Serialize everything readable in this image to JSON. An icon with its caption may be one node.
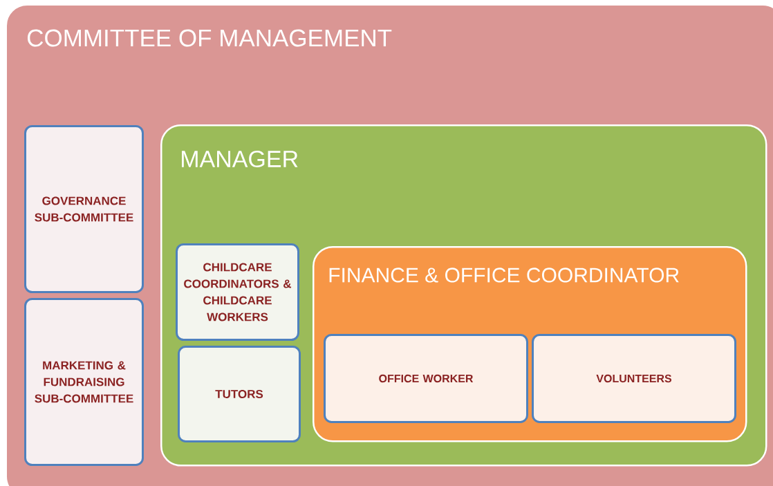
{
  "diagram": {
    "nodes": [
      {
        "text": [
          "COMMITTEE OF MANAGEMENT"
        ]
      },
      {
        "text": [
          "GOVERNANCE SUB-COMMITTEE"
        ],
        "in": 0
      },
      {
        "text": [
          "MARKETING & FUNDRAISING SUB-COMMITTEE"
        ],
        "in": 0
      },
      {
        "text": [
          "MANAGER"
        ],
        "in": 0
      },
      {
        "text": [
          "CHILDCARE COORDINATORS & CHILDCARE WORKERS"
        ],
        "in": 3
      },
      {
        "text": [
          "TUTORS"
        ],
        "in": 3
      },
      {
        "text": [
          "FINANCE & OFFICE COORDINATOR"
        ],
        "in": 3
      },
      {
        "text": [
          "OFFICE WORKER"
        ],
        "in": 6
      },
      {
        "text": [
          "VOLUNTEERS"
        ],
        "in": 6
      }
    ]
  }
}
